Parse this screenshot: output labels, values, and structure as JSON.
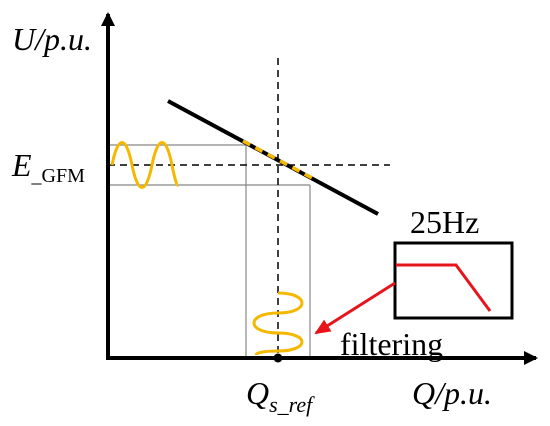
{
  "axes": {
    "y_label": "U/p.u.",
    "x_label": "Q/p.u."
  },
  "labels": {
    "e_main": "E",
    "e_sub": "_GFM",
    "q_main": "Q",
    "q_sub": "s_ref",
    "filter_text": "filtering",
    "filter_freq": "25Hz"
  },
  "colors": {
    "axis": "#000000",
    "droop_line": "#000000",
    "oscillation": "#f5b800",
    "guide_lines": "#888888",
    "filter_response": "#e8141b",
    "arrow": "#e8141b"
  }
}
